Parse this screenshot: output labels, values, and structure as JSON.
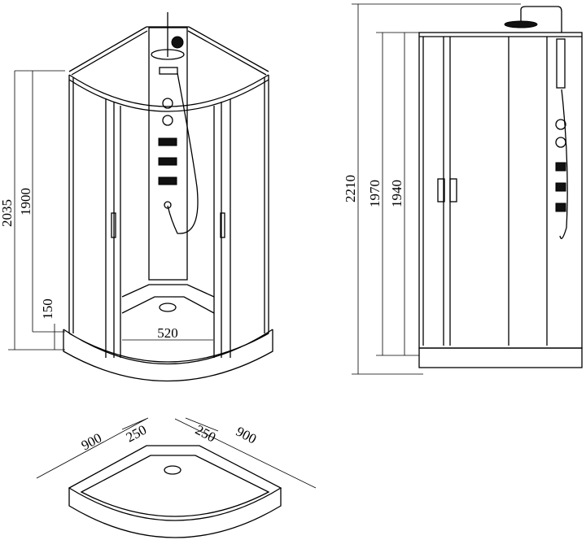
{
  "front_view": {
    "dims": {
      "total_height": "2035",
      "cabin_height": "1900",
      "base_height": "150",
      "door_width": "520"
    }
  },
  "side_view": {
    "dims": {
      "total_height": "2210",
      "frame_height": "1970",
      "glass_height": "1940"
    }
  },
  "tray_view": {
    "dims": {
      "left_width": "900",
      "left_flat": "250",
      "right_flat": "250",
      "right_width": "900"
    }
  }
}
